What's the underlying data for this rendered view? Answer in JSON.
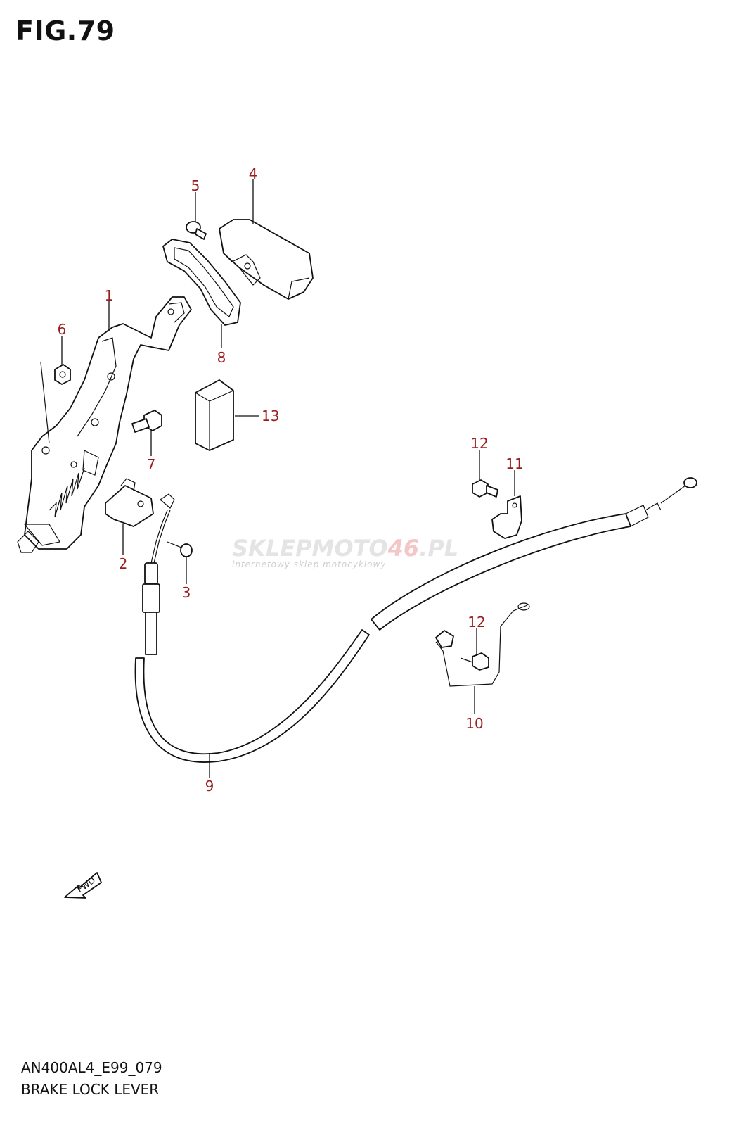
{
  "figure": {
    "title": "FIG.79"
  },
  "footer": {
    "code": "AN400AL4_E99_079",
    "name": "BRAKE LOCK LEVER"
  },
  "watermark": {
    "prefix": "SKLEP",
    "moto": "MOTO",
    "number": "46",
    "suffix": ".PL",
    "subtitle": "internetowy sklep motocyklowy"
  },
  "fwd_label": "FWD",
  "callouts": [
    {
      "id": "c1",
      "label": "1"
    },
    {
      "id": "c2",
      "label": "2"
    },
    {
      "id": "c3",
      "label": "3"
    },
    {
      "id": "c4",
      "label": "4"
    },
    {
      "id": "c5",
      "label": "5"
    },
    {
      "id": "c6",
      "label": "6"
    },
    {
      "id": "c7",
      "label": "7"
    },
    {
      "id": "c8",
      "label": "8"
    },
    {
      "id": "c9",
      "label": "9"
    },
    {
      "id": "c10",
      "label": "10"
    },
    {
      "id": "c11",
      "label": "11"
    },
    {
      "id": "c12a",
      "label": "12"
    },
    {
      "id": "c12b",
      "label": "12"
    },
    {
      "id": "c13",
      "label": "13"
    }
  ],
  "colors": {
    "callout": "#9b1c1c",
    "line": "#111111",
    "watermark_accent": "#e06060"
  }
}
